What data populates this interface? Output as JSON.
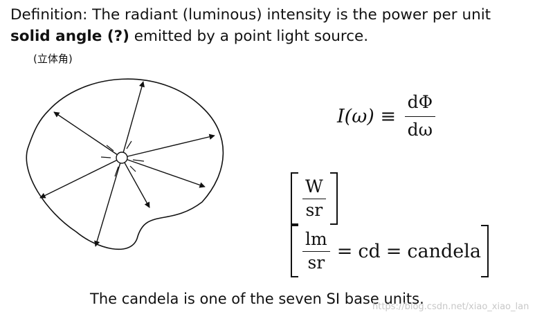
{
  "definition": {
    "line1": "Definition: The radiant (luminous) intensity is the power per unit",
    "bold": "solid angle (?)",
    "rest": " emitted by a point light source."
  },
  "note": "(立体角)",
  "formula1": {
    "lhs": "I(ω)",
    "rel": "≡",
    "num": "dΦ",
    "den": "dω"
  },
  "formula2": {
    "u1_num": "W",
    "u1_den": "sr",
    "u2_num": "lm",
    "u2_den": "sr",
    "eq1": "=",
    "cd": "cd",
    "eq2": "=",
    "candela": "candela"
  },
  "footer": "The candela is one of the seven SI base units.",
  "watermark": "https://blog.csdn.net/xiao_xiao_lan"
}
